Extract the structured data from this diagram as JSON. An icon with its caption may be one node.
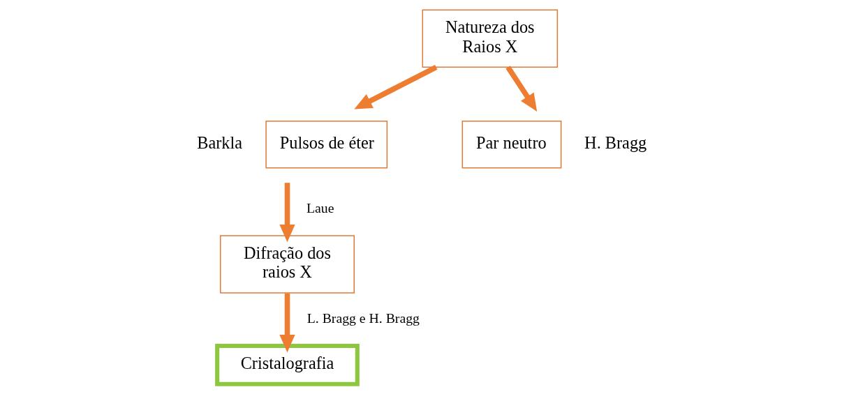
{
  "diagram": {
    "nodes": [
      {
        "text": [
          "Natureza dos Raios X"
        ]
      },
      {
        "text": [
          "Pulsos de éter"
        ],
        "beside": [
          "Barkla"
        ]
      },
      {
        "text": [
          "Par neutro"
        ],
        "beside": [
          "H. Bragg"
        ]
      },
      {
        "text": [
          "Difração dos raios X"
        ]
      },
      {
        "text": [
          "Cristalografia"
        ]
      }
    ],
    "edges": [
      {
        "from": 0,
        "to": 1,
        "arrow": "to"
      },
      {
        "from": 0,
        "to": 2,
        "arrow": "to"
      },
      {
        "from": 1,
        "to": 3,
        "arrow": "to",
        "label": "Laue"
      },
      {
        "from": 3,
        "to": 4,
        "arrow": "to",
        "label": "L. Bragg e H. Bragg"
      }
    ]
  }
}
